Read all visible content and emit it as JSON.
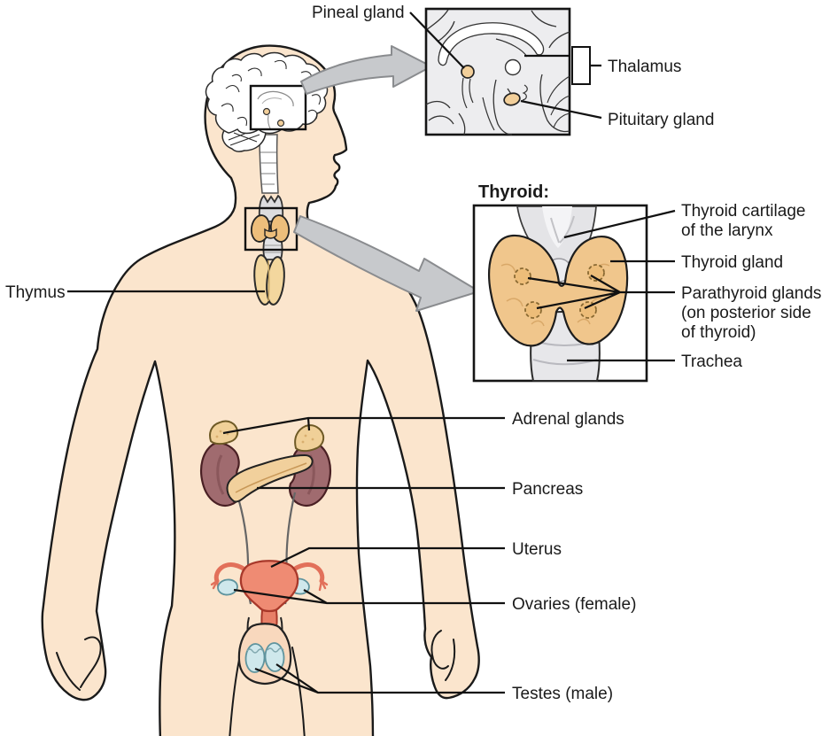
{
  "figure_type": "anatomical-diagram",
  "subject": "Human endocrine system with brain and thyroid insets",
  "labels": {
    "pineal_gland": "Pineal gland",
    "thalamus": "Thalamus",
    "pituitary_gland": "Pituitary gland",
    "thymus": "Thymus",
    "thyroid_heading": "Thyroid:",
    "thyroid_cartilage_line1": "Thyroid cartilage",
    "thyroid_cartilage_line2": "of the larynx",
    "thyroid_gland": "Thyroid gland",
    "parathyroid_line1": "Parathyroid glands",
    "parathyroid_line2": "(on posterior side",
    "parathyroid_line3": "of thyroid)",
    "trachea": "Trachea",
    "adrenal_glands": "Adrenal glands",
    "pancreas": "Pancreas",
    "uterus": "Uterus",
    "ovaries": "Ovaries (female)",
    "testes": "Testes (male)"
  },
  "colors": {
    "skin": "#fbe5cd",
    "outline": "#1a1a1a",
    "organ_tan": "#f1d09c",
    "thyroid_tan": "#f0c68c",
    "kidney_maroon": "#a06b6f",
    "uterus_coral": "#ef8b73",
    "gonad_blue": "#cfe8ec",
    "arrow_gray": "#c7c9cc",
    "inset_gray": "#ededef"
  }
}
